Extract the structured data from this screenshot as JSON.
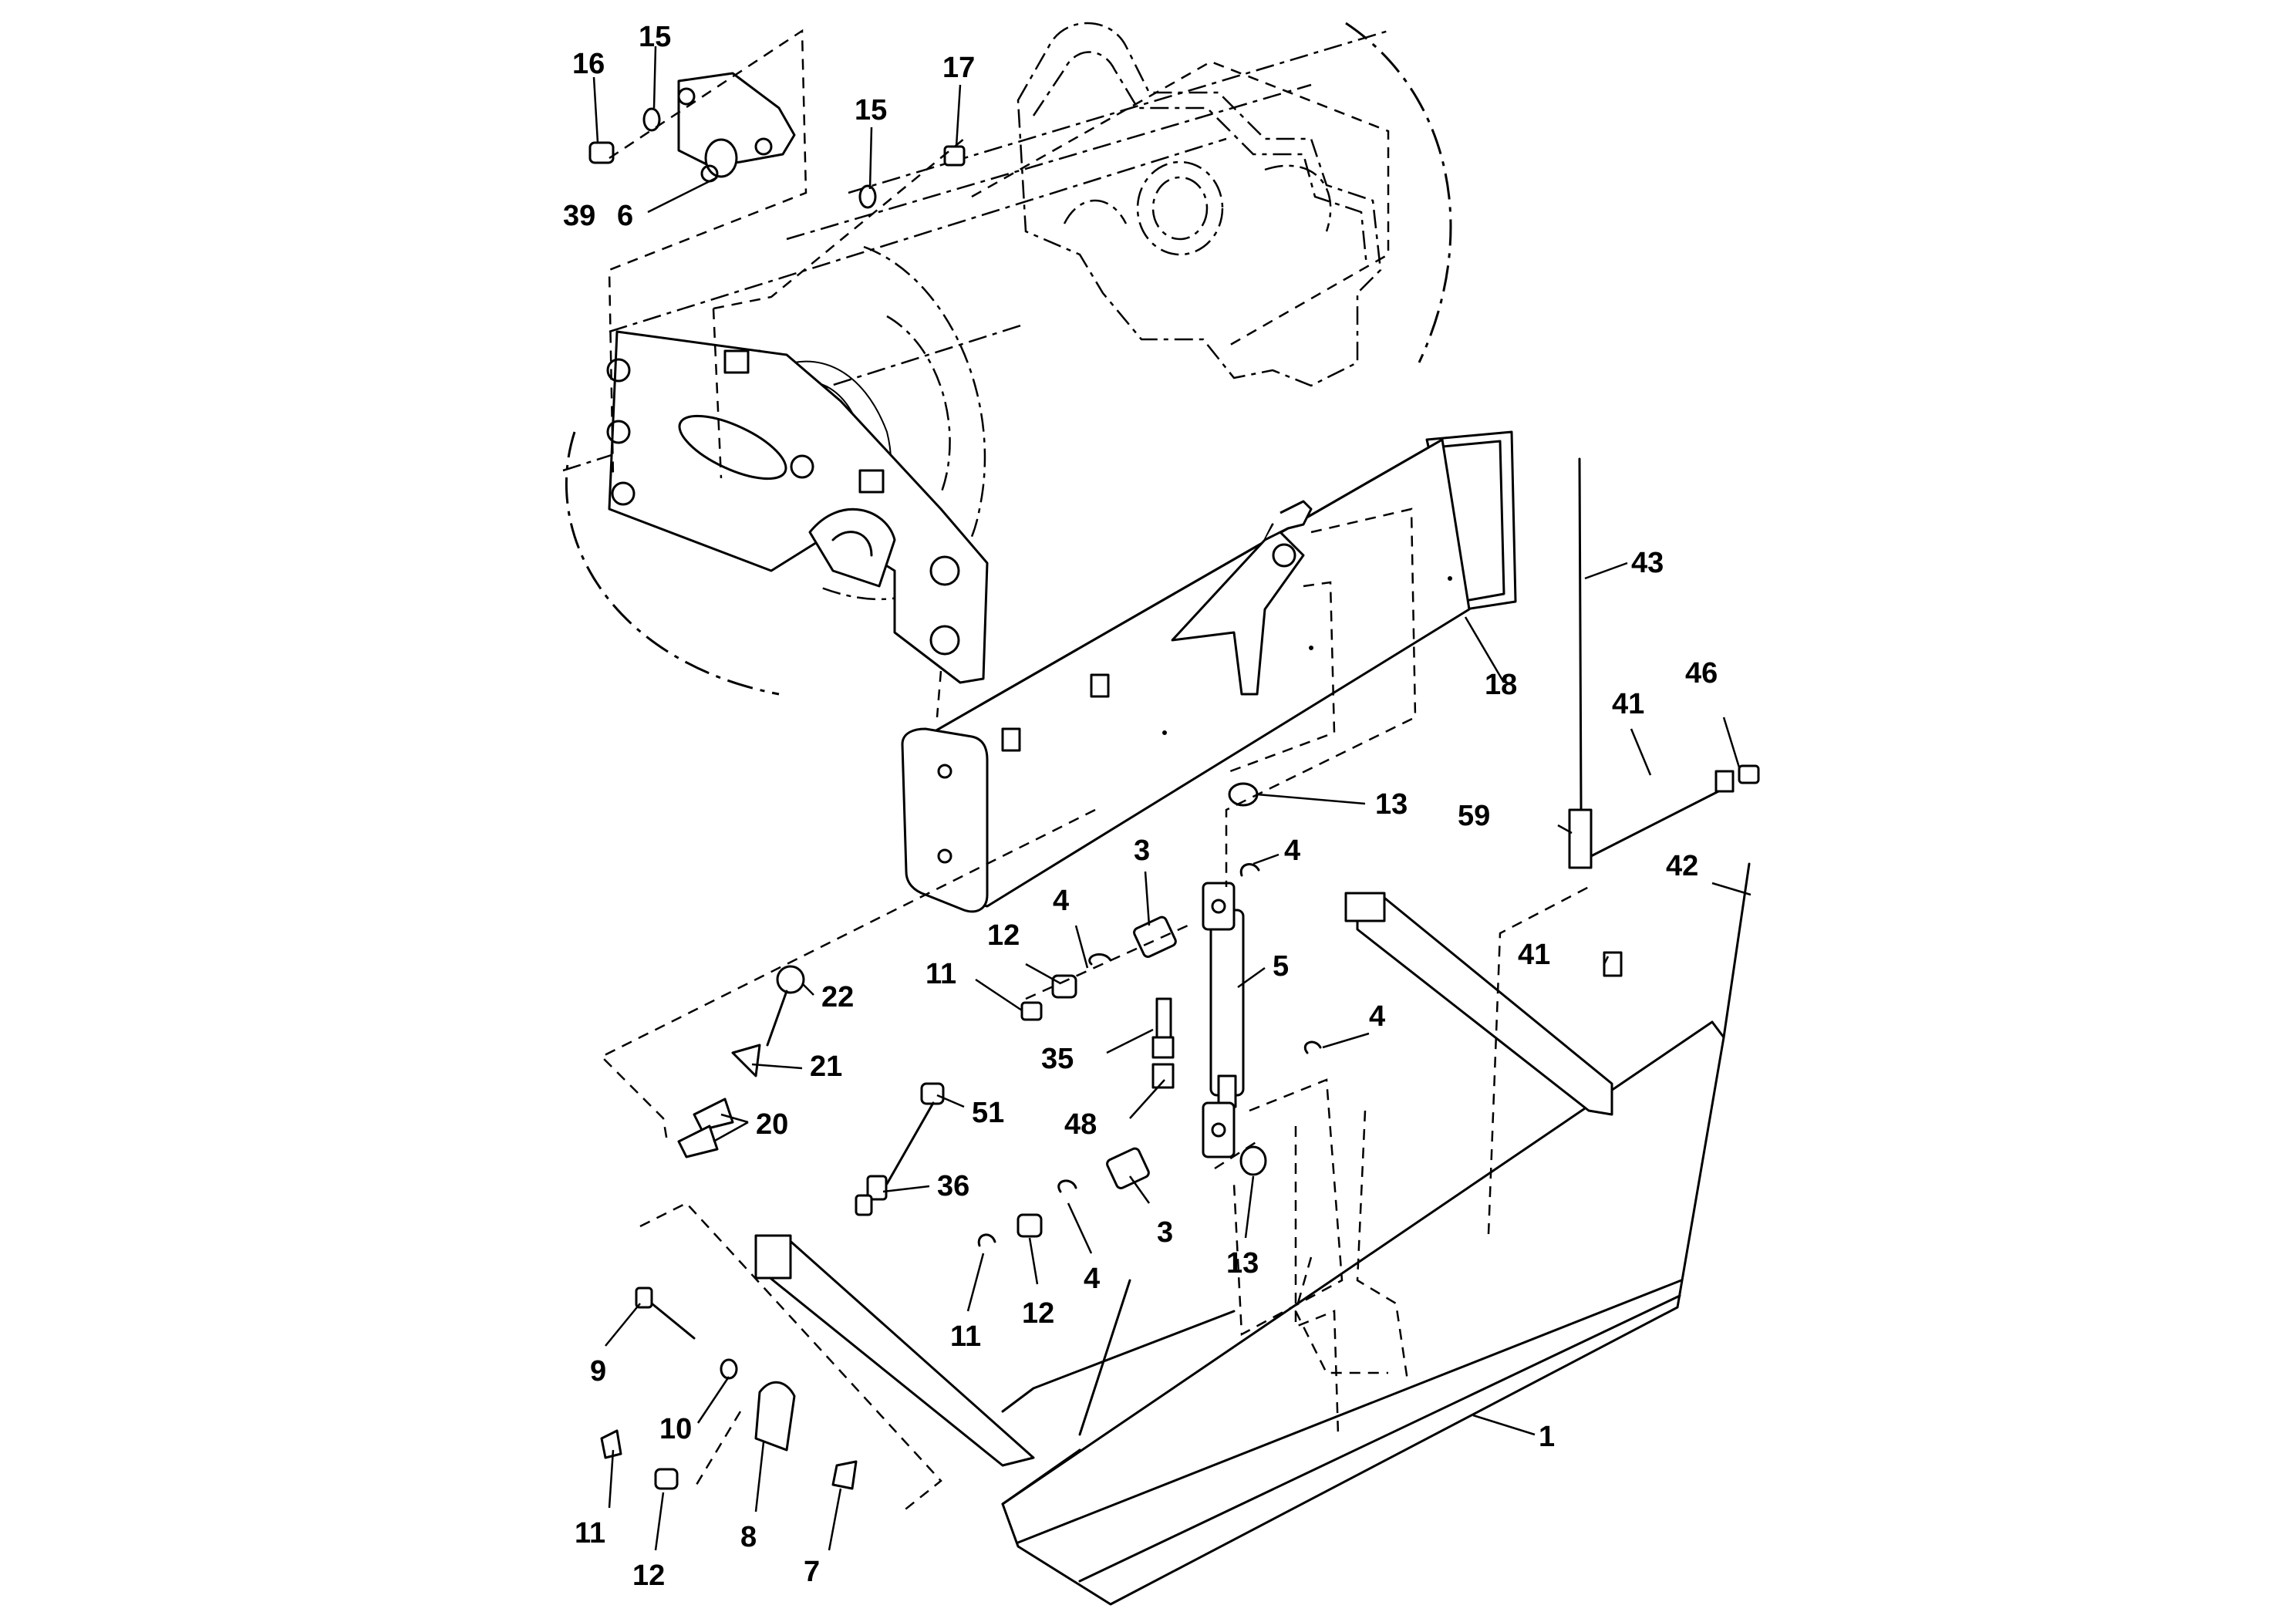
{
  "callouts": [
    {
      "id": "c16a",
      "label": "16"
    },
    {
      "id": "c15a",
      "label": "15"
    },
    {
      "id": "c15b",
      "label": "15"
    },
    {
      "id": "c17",
      "label": "17"
    },
    {
      "id": "c39",
      "label": "39"
    },
    {
      "id": "c6",
      "label": "6"
    },
    {
      "id": "c43",
      "label": "43"
    },
    {
      "id": "c18",
      "label": "18"
    },
    {
      "id": "c41a",
      "label": "41"
    },
    {
      "id": "c46",
      "label": "46"
    },
    {
      "id": "c13a",
      "label": "13"
    },
    {
      "id": "c59",
      "label": "59"
    },
    {
      "id": "c42",
      "label": "42"
    },
    {
      "id": "c3a",
      "label": "3"
    },
    {
      "id": "c4a",
      "label": "4"
    },
    {
      "id": "c4b",
      "label": "4"
    },
    {
      "id": "c12a",
      "label": "12"
    },
    {
      "id": "c5",
      "label": "5"
    },
    {
      "id": "c41b",
      "label": "41"
    },
    {
      "id": "c11a",
      "label": "11"
    },
    {
      "id": "c22",
      "label": "22"
    },
    {
      "id": "c35",
      "label": "35"
    },
    {
      "id": "c4c",
      "label": "4"
    },
    {
      "id": "c21",
      "label": "21"
    },
    {
      "id": "c48",
      "label": "48"
    },
    {
      "id": "c51",
      "label": "51"
    },
    {
      "id": "c20",
      "label": "20"
    },
    {
      "id": "c36",
      "label": "36"
    },
    {
      "id": "c3b",
      "label": "3"
    },
    {
      "id": "c13b",
      "label": "13"
    },
    {
      "id": "c4d",
      "label": "4"
    },
    {
      "id": "c12b",
      "label": "12"
    },
    {
      "id": "c11b",
      "label": "11"
    },
    {
      "id": "c9",
      "label": "9"
    },
    {
      "id": "c10",
      "label": "10"
    },
    {
      "id": "c1",
      "label": "1"
    },
    {
      "id": "c11c",
      "label": "11"
    },
    {
      "id": "c8",
      "label": "8"
    },
    {
      "id": "c7",
      "label": "7"
    },
    {
      "id": "c12c",
      "label": "12"
    }
  ]
}
